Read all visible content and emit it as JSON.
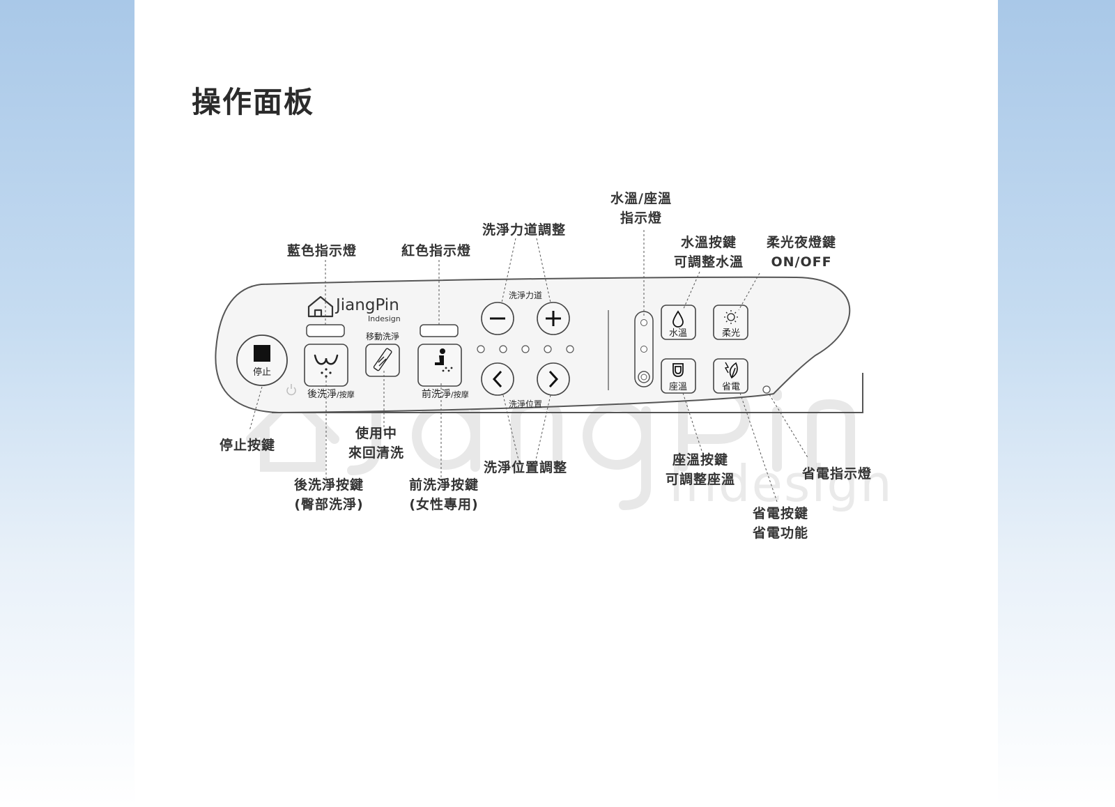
{
  "title": "操作面板",
  "brand": {
    "name": "JiangPin",
    "sub": "Indesign"
  },
  "watermark": {
    "sub": "Indesign"
  },
  "panel": {
    "stop_label": "停止",
    "move_wash_caption": "移動洗淨",
    "rear_wash_label": "後洗淨",
    "rear_wash_suffix": "/按摩",
    "front_wash_label": "前洗淨",
    "front_wash_suffix": "/按摩",
    "wash_force_caption": "洗淨力道",
    "wash_position_caption": "洗淨位置",
    "water_temp_label": "水溫",
    "soft_light_label": "柔光",
    "seat_temp_label": "座溫",
    "power_save_label": "省電"
  },
  "callouts": {
    "blue_indicator": "藍色指示燈",
    "red_indicator": "紅色指示燈",
    "wash_force_adjust": "洗淨力道調整",
    "temp_indicator": [
      "水溫/座溫",
      "指示燈"
    ],
    "water_temp_key": [
      "水溫按鍵",
      "可調整水溫"
    ],
    "night_light_key": [
      "柔光夜燈鍵",
      "ON/OFF"
    ],
    "stop_key": "停止按鍵",
    "in_use": [
      "使用中",
      "來回清洗"
    ],
    "rear_wash_key": [
      "後洗淨按鍵",
      "(臀部洗淨)"
    ],
    "front_wash_key": [
      "前洗淨按鍵",
      "(女性專用)"
    ],
    "wash_position_adjust": "洗淨位置調整",
    "seat_temp_key": [
      "座溫按鍵",
      "可調整座溫"
    ],
    "power_save_indicator": "省電指示燈",
    "power_save_key": [
      "省電按鍵",
      "省電功能"
    ]
  }
}
